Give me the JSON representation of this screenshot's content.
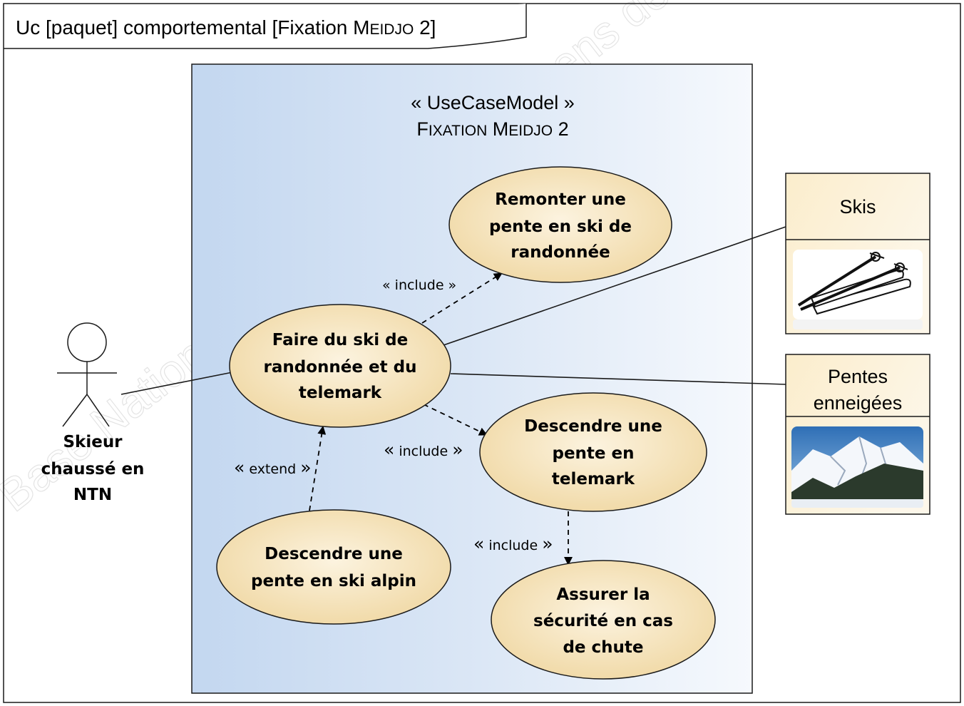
{
  "frame": {
    "label_prefix": "Uc [paquet] comportemental [Fixation M",
    "label_small_caps": "EIDJO",
    "label_suffix": " 2]"
  },
  "system": {
    "stereotype": "« UseCaseModel »",
    "name_cap1": "F",
    "name_sc1": "IXATION",
    "name_cap2": " M",
    "name_sc2": "EIDJO",
    "name_end": " 2"
  },
  "actor": {
    "lines": [
      "Skieur",
      "chaussé en",
      "NTN"
    ]
  },
  "use_cases": {
    "remonter": [
      "Remonter une",
      "pente en ski de",
      "randonnée"
    ],
    "faire": [
      "Faire du ski de",
      "randonnée et du",
      "telemark"
    ],
    "telemark": [
      "Descendre une",
      "pente en",
      "telemark"
    ],
    "alpin": [
      "Descendre une",
      "pente en ski alpin"
    ],
    "securite": [
      "Assurer la",
      "sécurité en cas",
      "de chute"
    ]
  },
  "relations": {
    "include_top": {
      "open": "«",
      "word": " include ",
      "close": "»"
    },
    "include_mid": {
      "open": "«",
      "word": " include ",
      "close": "»"
    },
    "extend": {
      "open": "«",
      "word": " extend ",
      "close": "»"
    },
    "include_bottom": {
      "open": "«",
      "word": " include ",
      "close": "»"
    }
  },
  "blocks": {
    "skis": {
      "title": "Skis"
    },
    "pentes": {
      "title_lines": [
        "Pentes",
        "enneigées"
      ]
    }
  },
  "watermark": {
    "text": "Base Nationale des Sujets d'Examens de l'enseignement professionnel"
  },
  "colors": {
    "ellipse_fill_center": "#fcf3df",
    "ellipse_fill_edge": "#f0d8a4",
    "system_left": "#c3d7f0",
    "system_right": "#f6f9fd",
    "block_top": "#fbedcc",
    "block_bottom": "#fdf7ea",
    "stroke": "#1a1a1a"
  }
}
